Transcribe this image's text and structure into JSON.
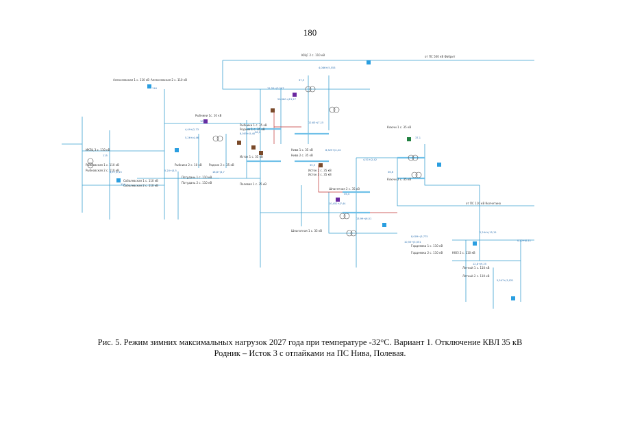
{
  "page": {
    "number": "180"
  },
  "caption": {
    "line1": "Рис. 5. Режим зимних максимальных нагрузок 2027 года при температуре -32°С. Вариант 1. Отключение КВЛ 35 кВ",
    "line2": "Родник – Исток 3 с отпайками на ПС Нива, Полевая."
  },
  "diagram": {
    "labels": {
      "lbl1": "Ключи 1 с. 35 кВ",
      "lbl2": "Ключи 2 с. 35 кВ",
      "lbl3": "Шпагатная 1 с. 35 кВ",
      "lbl4": "Шпагатная 2 с. 35 кВ",
      "lbl5": "Рыбники 1с. 10 кВ",
      "lbl6": "Рыбники 2 с. 10 кВ",
      "lbl7": "Рыбники 1 с. 35 кВ",
      "lbl8": "Родник 1 с. 35 кВ",
      "lbl9": "Родник 2 с. 35 кВ",
      "lbl10": "Нива 1 с. 35 кВ",
      "lbl11": "Нива 2 с. 35 кВ",
      "lbl12": "Полевая 1 с. 35 кВ",
      "lbl13": "Исток 1 с. 35 кВ",
      "lbl14": "Исток 2 с. 35 кВ",
      "lbl15": "Исток 3 с. 35 кВ",
      "lbl16": "ИКЗЦ 3 с. 110 кВ",
      "lbl17": "Гордеевка 1 с. 110 кВ",
      "lbl18": "Гордеевка 2 с. 110 кВ",
      "lbl19": "Летний 1 с. 110 кВ",
      "lbl20": "Летний 2 с. 110 кВ",
      "lbl21": "Рыбновская 1 с. 110 кВ",
      "lbl22": "Рыбновская 2 с. 110 кВ",
      "lbl23": "Соболевская 1 с. 110 кВ",
      "lbl24": "Соболевская 2 с. 110 кВ",
      "lbl25": "Потудань 1 с. 110 кВ",
      "lbl26": "Потудань 2 с. 110 кВ",
      "lbl27": "Алексеевская 1 с. 110 кВ",
      "lbl28": "Алексеевская 2 с. 110 кВ",
      "lbl29": "ЮЦС 2 с. 110 кВ",
      "lbl30": "КЮЗ 2 с. 110 кВ",
      "lbl31": "от ПС 110 кВ Колчетино",
      "lbl32": "от ПС 500 кВ Фабрит"
    },
    "flows": {
      "f1": "4,086+j5,553",
      "f2": "12,55+j3,567",
      "f3": "20,080+j13,27",
      "f4": "8,005+j5,40",
      "f5": "4,49+j2,73",
      "f6": "5,26+j4,46",
      "f7": "12,63+j7,15",
      "f8": "5,20+j3,5",
      "f9": "3,5+j1,15",
      "f10": "10,452+j7,44",
      "f11": "13,99+j6,51",
      "f12": "8,325+j4,24",
      "f13": "4,51+j2,42",
      "f14": "2,244+j15,15",
      "f15": "0,22+j0,11",
      "f16": "8,009+j3,775",
      "f17": "10,55+j3,551",
      "f18": "12,8+j9,25",
      "f19": "5,547+j3,021",
      "f20": "18,8+j3,7"
    },
    "values": {
      "v1": "115",
      "v2": "116",
      "v3": "36,1",
      "v4": "35,4",
      "v5": "10,4",
      "v6": "37,1",
      "v7": "36,6",
      "v8": "114",
      "v9": "35,9",
      "v10": "37,5"
    },
    "colors": {
      "line": "#3aa0d0",
      "bus": "#6fc0e8",
      "breaker": "#7a4a2a",
      "flow_value": "#3070b8",
      "current": "#c03030"
    }
  }
}
